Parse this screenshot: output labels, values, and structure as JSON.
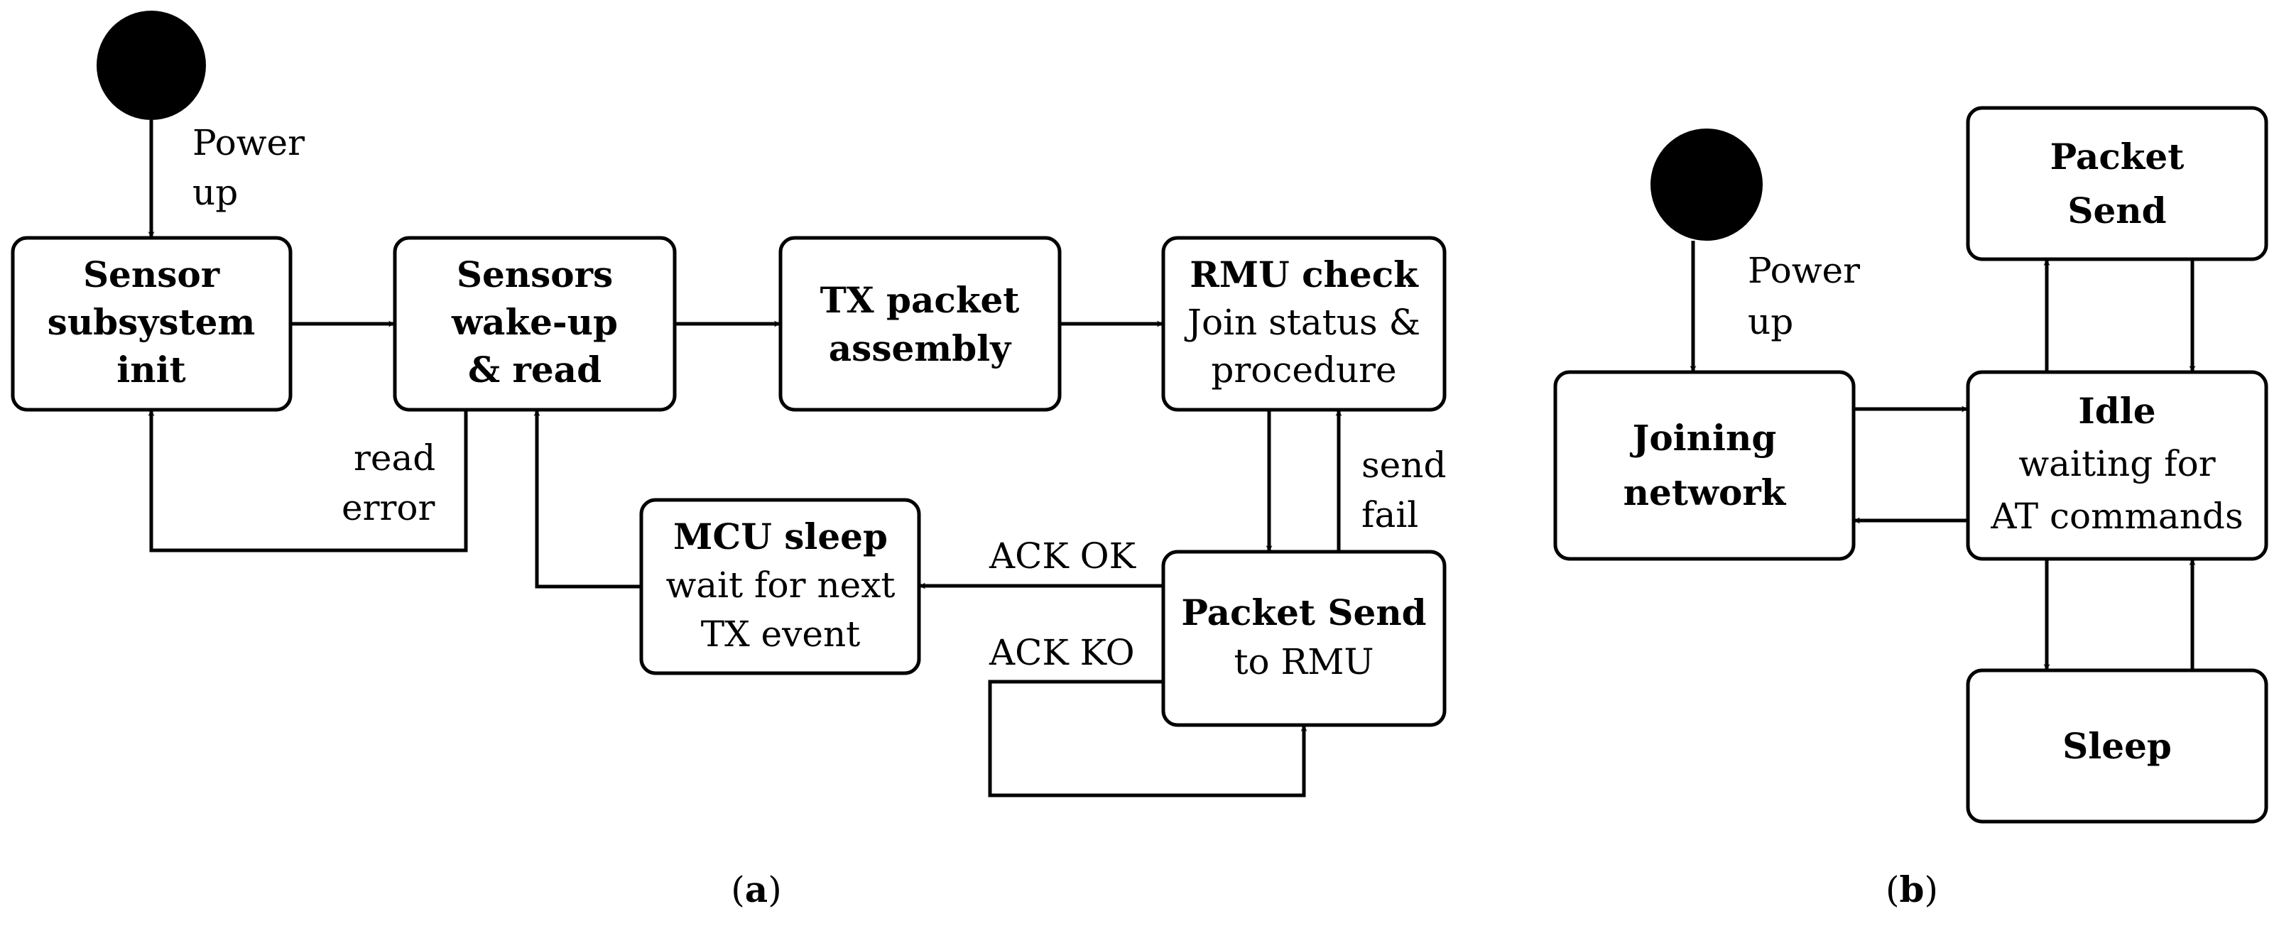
{
  "diagram_a": {
    "start_label": [
      "Power",
      "up"
    ],
    "states": {
      "sensor_init": {
        "lines": [
          "Sensor",
          "subsystem",
          "init"
        ]
      },
      "sensors_read": {
        "lines": [
          "Sensors",
          "wake-up",
          "& read"
        ]
      },
      "tx_assembly": {
        "lines": [
          "TX packet",
          "assembly"
        ]
      },
      "rmu_check": {
        "title": "RMU check",
        "lines": [
          "Join status &",
          "procedure"
        ]
      },
      "packet_send": {
        "title": "Packet Send",
        "lines": [
          "to RMU"
        ]
      },
      "mcu_sleep": {
        "title": "MCU sleep",
        "lines": [
          "wait for next",
          "TX event"
        ]
      }
    },
    "transitions": {
      "read_error": [
        "read",
        "error"
      ],
      "send_fail": [
        "send",
        "fail"
      ],
      "ack_ok": "ACK OK",
      "ack_ko": "ACK KO"
    },
    "caption": {
      "open": "(",
      "letter": "a",
      "close": ")"
    }
  },
  "diagram_b": {
    "start_label": [
      "Power",
      "up"
    ],
    "states": {
      "joining": {
        "lines": [
          "Joining",
          "network"
        ]
      },
      "idle": {
        "title": "Idle",
        "lines": [
          "waiting for",
          "AT commands"
        ]
      },
      "packet_send": {
        "lines": [
          "Packet",
          "Send"
        ]
      },
      "sleep": {
        "lines": [
          "Sleep"
        ]
      }
    },
    "caption": {
      "open": "(",
      "letter": "b",
      "close": ")"
    }
  }
}
